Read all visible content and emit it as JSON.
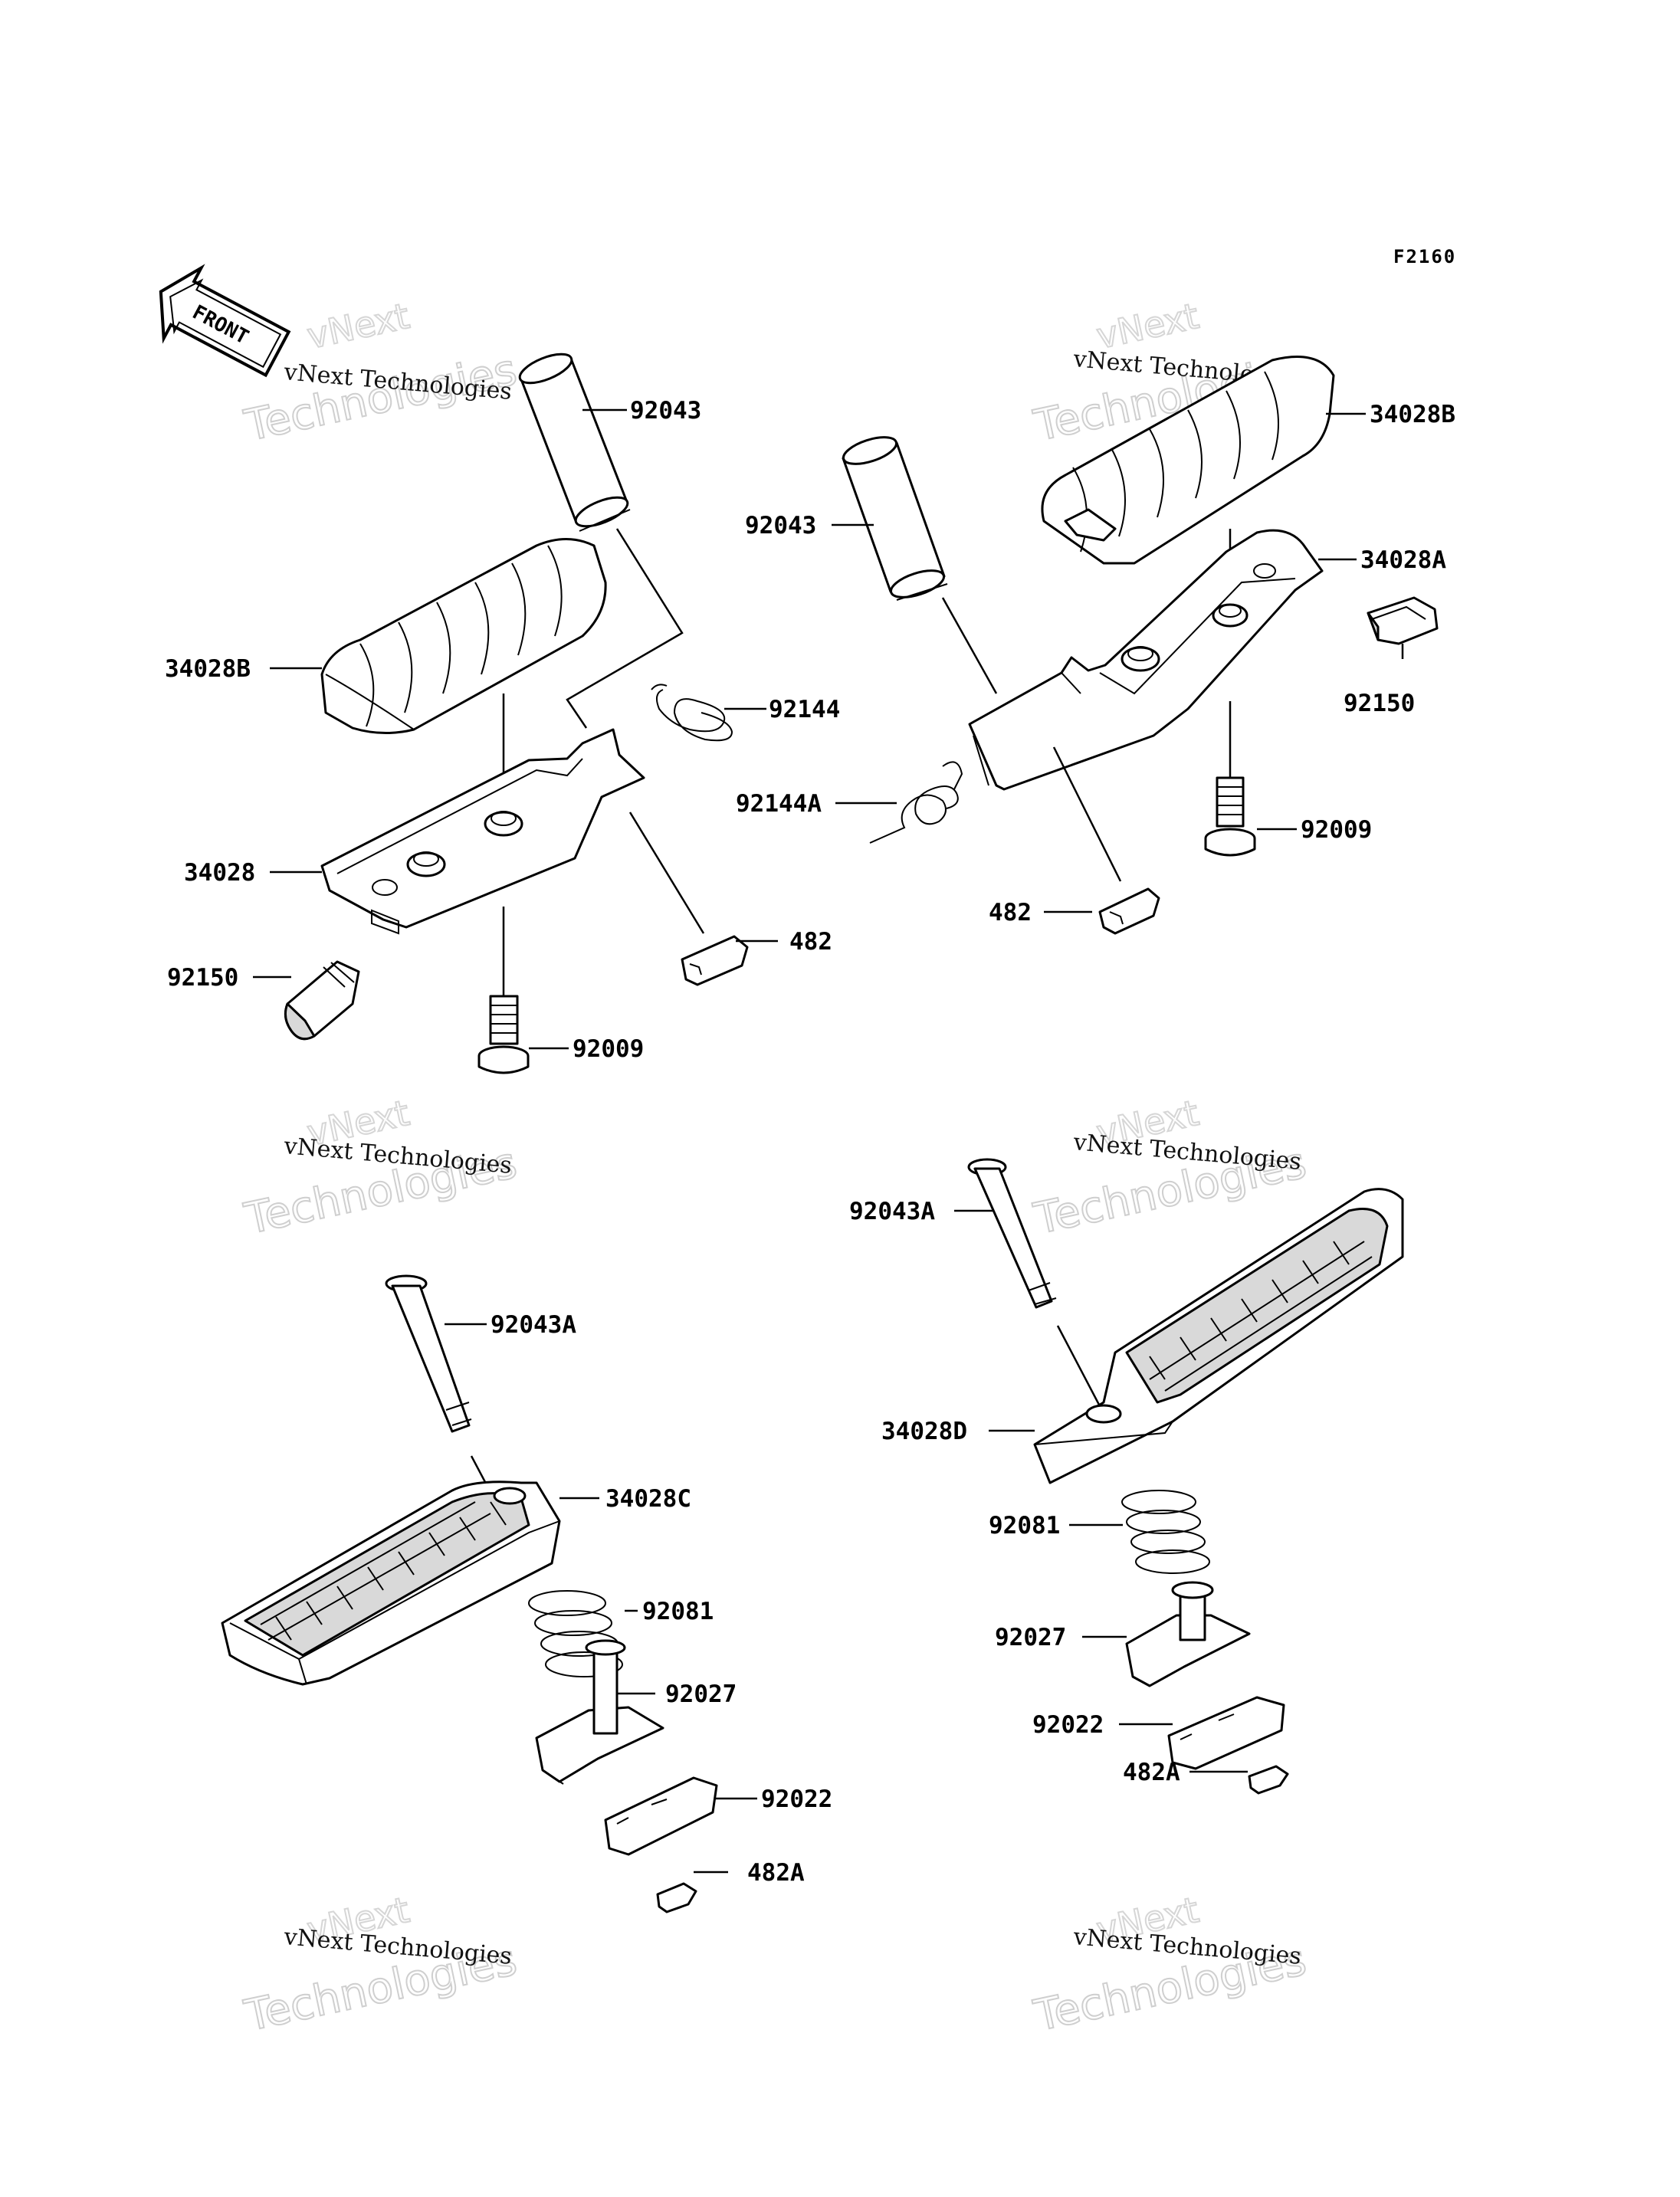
{
  "figure_id": "F2160",
  "front_label": "FRONT",
  "watermark": {
    "company": "vNext Technologies",
    "word1": "vNext",
    "word2": "Technologies"
  },
  "parts": {
    "tl_92043": "92043",
    "tl_34028B": "34028B",
    "tl_92144": "92144",
    "tl_34028": "34028",
    "tl_482": "482",
    "tl_92150": "92150",
    "tl_92009": "92009",
    "tr_34028B": "34028B",
    "tr_92043": "92043",
    "tr_34028A": "34028A",
    "tr_92150": "92150",
    "tr_92144A": "92144A",
    "tr_92009": "92009",
    "tr_482": "482",
    "bl_92043A": "92043A",
    "bl_34028C": "34028C",
    "bl_92081": "92081",
    "bl_92027": "92027",
    "bl_92022": "92022",
    "bl_482A": "482A",
    "br_92043A": "92043A",
    "br_34028D": "34028D",
    "br_92081": "92081",
    "br_92027": "92027",
    "br_92022": "92022",
    "br_482A": "482A"
  }
}
